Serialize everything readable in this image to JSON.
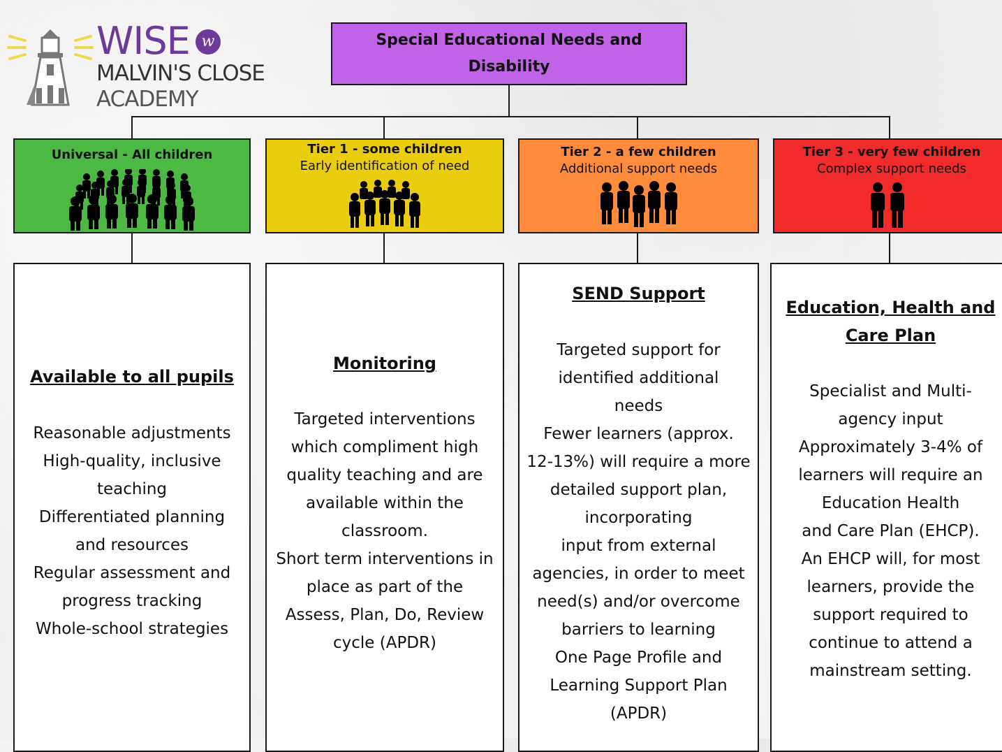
{
  "logo": {
    "wise": "WISE",
    "line2": "MALVIN'S CLOSE",
    "line3": "ACADEMY",
    "icon": "lighthouse-icon"
  },
  "title": "Special Educational Needs and Disability",
  "colors": {
    "title": "#c163e6",
    "universal": "#4cb944",
    "tier1": "#ebcd0f",
    "tier2": "#fe8c3c",
    "tier3": "#f12b2b",
    "brand": "#6d3a9a"
  },
  "tiers": [
    {
      "name": "Universal - All children",
      "subtitle": "",
      "icon": "crowd-large-icon",
      "heading": "Available to all pupils",
      "body": [
        "Reasonable adjustments",
        "High-quality, inclusive",
        "teaching",
        "Differentiated planning",
        "and resources",
        "Regular assessment and",
        "progress tracking",
        "Whole-school strategies"
      ]
    },
    {
      "name": "Tier 1 - some children",
      "subtitle": "Early identification of need",
      "icon": "group-icon",
      "heading": "Monitoring",
      "body": [
        "Targeted interventions",
        "which compliment high",
        "quality teaching and are",
        "available within the",
        "classroom.",
        "Short term interventions in",
        "place as part of the",
        "Assess, Plan, Do, Review",
        "cycle (APDR)"
      ]
    },
    {
      "name": "Tier 2 - a few children",
      "subtitle": "Additional support needs",
      "icon": "small-group-icon",
      "heading": "SEND Support",
      "body": [
        "Targeted support for",
        "identified additional",
        "needs",
        "Fewer learners (approx.",
        "12-13%) will require a more",
        "detailed support plan,",
        "incorporating",
        "input from external",
        "agencies, in order to meet",
        "need(s) and/or overcome",
        "barriers to learning",
        "One Page Profile and",
        "Learning Support Plan",
        "(APDR)"
      ]
    },
    {
      "name": "Tier 3 - very few children",
      "subtitle": "Complex support needs",
      "icon": "two-people-icon",
      "heading_lines": [
        "Education, Health and",
        "Care Plan"
      ],
      "body": [
        "Specialist and Multi-",
        "agency input",
        "Approximately 3-4% of",
        "learners will require an",
        "Education Health",
        "and Care Plan (EHCP).",
        "An EHCP will, for most",
        "learners, provide the",
        "support required to",
        "continue to attend a",
        "mainstream setting."
      ]
    }
  ]
}
